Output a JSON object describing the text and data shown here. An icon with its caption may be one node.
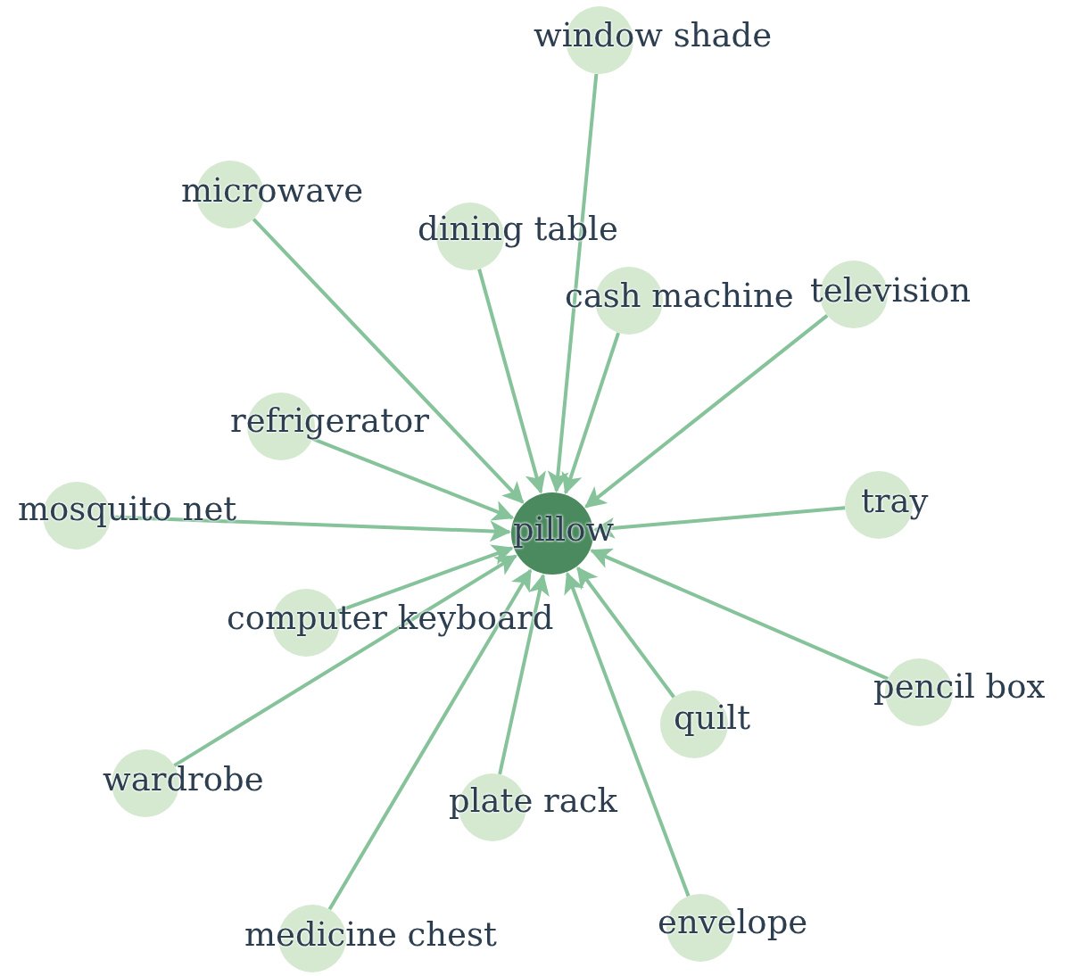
{
  "diagram": {
    "nodes": [
      {
        "text": [
          "pillow"
        ]
      },
      {
        "text": [
          "window shade"
        ]
      },
      {
        "text": [
          "microwave"
        ]
      },
      {
        "text": [
          "dining table"
        ]
      },
      {
        "text": [
          "cash machine"
        ]
      },
      {
        "text": [
          "television"
        ]
      },
      {
        "text": [
          "refrigerator"
        ]
      },
      {
        "text": [
          "tray"
        ]
      },
      {
        "text": [
          "mosquito net"
        ]
      },
      {
        "text": [
          "computer keyboard"
        ]
      },
      {
        "text": [
          "pencil box"
        ]
      },
      {
        "text": [
          "quilt"
        ]
      },
      {
        "text": [
          "wardrobe"
        ]
      },
      {
        "text": [
          "plate rack"
        ]
      },
      {
        "text": [
          "medicine chest"
        ]
      },
      {
        "text": [
          "envelope"
        ]
      }
    ],
    "edges": [
      {
        "from": 1,
        "to": 0,
        "arrow": "to"
      },
      {
        "from": 2,
        "to": 0,
        "arrow": "to"
      },
      {
        "from": 3,
        "to": 0,
        "arrow": "to"
      },
      {
        "from": 4,
        "to": 0,
        "arrow": "to"
      },
      {
        "from": 5,
        "to": 0,
        "arrow": "to"
      },
      {
        "from": 6,
        "to": 0,
        "arrow": "to"
      },
      {
        "from": 7,
        "to": 0,
        "arrow": "to"
      },
      {
        "from": 8,
        "to": 0,
        "arrow": "to"
      },
      {
        "from": 9,
        "to": 0,
        "arrow": "to"
      },
      {
        "from": 10,
        "to": 0,
        "arrow": "to"
      },
      {
        "from": 11,
        "to": 0,
        "arrow": "to"
      },
      {
        "from": 12,
        "to": 0,
        "arrow": "to"
      },
      {
        "from": 13,
        "to": 0,
        "arrow": "to"
      },
      {
        "from": 14,
        "to": 0,
        "arrow": "to"
      },
      {
        "from": 15,
        "to": 0,
        "arrow": "to"
      }
    ]
  }
}
